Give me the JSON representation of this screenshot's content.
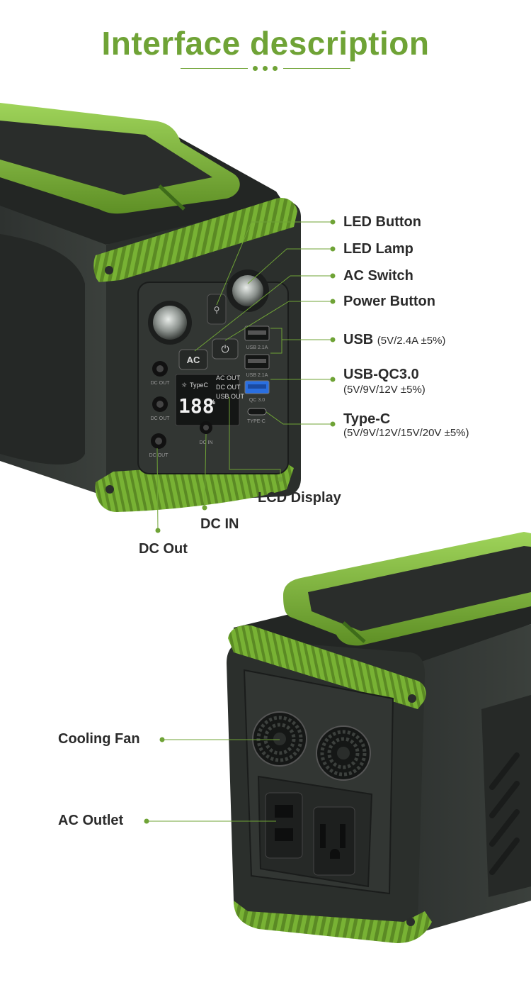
{
  "header": {
    "title": "Interface description"
  },
  "device_front": {
    "lcd": {
      "typec": "TypeC",
      "ac_out": "AC OUT",
      "dc_out": "DC OUT",
      "usb_out": "USB OUT",
      "digits": "188",
      "percent": "%"
    },
    "buttons": {
      "ac": "AC",
      "power_symbol": "⏻"
    },
    "port_labels": {
      "dc_out": "DC OUT",
      "usb": "USB 2.1A",
      "qc": "QC 3.0",
      "typec": "TYPE-C",
      "dc_in": "DC   IN"
    }
  },
  "callouts_front": {
    "led_button": "LED Button",
    "led_lamp": "LED Lamp",
    "ac_switch": "AC Switch",
    "power_button": "Power Button",
    "usb": {
      "name": "USB",
      "spec": "(5V/2.4A ±5%)"
    },
    "usb_qc": {
      "name": "USB-QC3.0",
      "spec": "(5V/9V/12V ±5%)"
    },
    "type_c": {
      "name": "Type-C",
      "spec": "(5V/9V/12V/15V/20V ±5%)"
    },
    "lcd_display": "LCD Display",
    "dc_in": "DC IN",
    "dc_out": "DC Out"
  },
  "callouts_back": {
    "cooling_fan": "Cooling Fan",
    "ac_outlet": "AC Outlet"
  },
  "colors": {
    "accent_green": "#6fa336",
    "device_green": "#7cb83a",
    "device_body": "#2b2f2c",
    "usb_qc_blue": "#2a6fe0"
  }
}
